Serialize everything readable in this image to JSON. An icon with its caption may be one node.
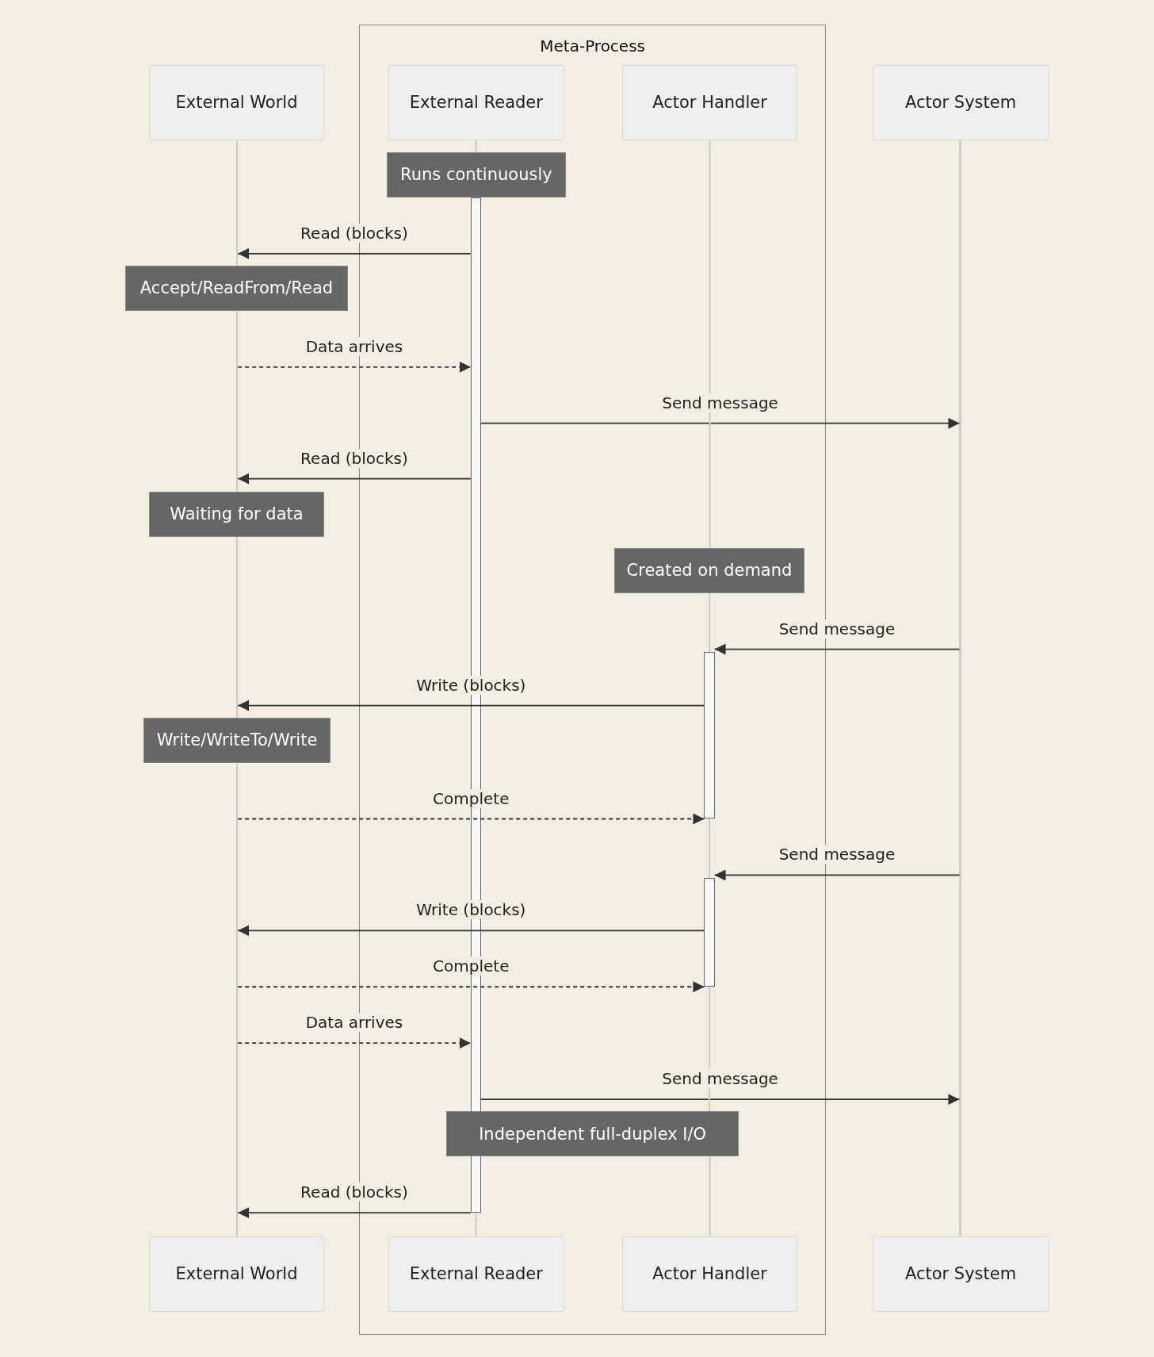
{
  "diagram": {
    "nodes": [
      {
        "text": [
          "Meta-Process"
        ]
      },
      {
        "text": [
          "External World"
        ]
      },
      {
        "text": [
          "External Reader"
        ],
        "in": 0
      },
      {
        "text": [
          "Actor Handler"
        ],
        "in": 0
      },
      {
        "text": [
          "Actor System"
        ]
      },
      {
        "text": [
          "External World"
        ]
      },
      {
        "text": [
          "External Reader"
        ],
        "in": 0
      },
      {
        "text": [
          "Actor Handler"
        ],
        "in": 0
      },
      {
        "text": [
          "Actor System"
        ]
      },
      {
        "text": [
          "Runs continuously"
        ],
        "in": 0
      },
      {
        "text": [
          "Accept/ReadFrom/Read"
        ]
      },
      {
        "text": [
          "Waiting for data"
        ]
      },
      {
        "text": [
          "Created on demand"
        ],
        "in": 0
      },
      {
        "text": [
          "Write/WriteTo/Write"
        ]
      },
      {
        "text": [
          "Independent full-duplex I/O"
        ],
        "in": 0
      },
      {
        "text": [],
        "shape": "line"
      },
      {
        "text": [],
        "shape": "line"
      },
      {
        "text": [],
        "shape": "line"
      },
      {
        "text": [],
        "shape": "line"
      },
      {
        "text": [],
        "shape": "line"
      },
      {
        "text": [],
        "shape": "bar",
        "in": 0
      },
      {
        "text": [],
        "shape": "bar",
        "in": 0
      },
      {
        "text": [],
        "shape": "bar",
        "in": 0
      }
    ],
    "edges": [
      {
        "from": 20,
        "to": 15,
        "arrow": "to",
        "label": "Read (blocks)"
      },
      {
        "from": 16,
        "to": 20,
        "arrow": "to",
        "label": "Data arrives",
        "style": "dashed"
      },
      {
        "from": 20,
        "to": 19,
        "arrow": "to",
        "label": "Send message"
      },
      {
        "from": 20,
        "to": 16,
        "arrow": "to",
        "label": "Read (blocks)"
      },
      {
        "from": 19,
        "to": 21,
        "arrow": "to",
        "label": "Send message"
      },
      {
        "from": 21,
        "to": 17,
        "arrow": "to",
        "label": "Write (blocks)"
      },
      {
        "from": 18,
        "to": 21,
        "arrow": "to",
        "label": "Complete",
        "style": "dashed"
      },
      {
        "from": 19,
        "to": 22,
        "arrow": "to",
        "label": "Send message"
      },
      {
        "from": 22,
        "to": 18,
        "arrow": "to",
        "label": "Write (blocks)"
      },
      {
        "from": 18,
        "to": 22,
        "arrow": "to",
        "label": "Complete",
        "style": "dashed"
      },
      {
        "from": 18,
        "to": 20,
        "arrow": "to",
        "label": "Data arrives",
        "style": "dashed"
      },
      {
        "from": 20,
        "to": 19,
        "arrow": "to",
        "label": "Send message"
      },
      {
        "from": 20,
        "to": 18,
        "arrow": "to",
        "label": "Read (blocks)"
      },
      {
        "from": 2,
        "to": 9,
        "arrow": "none",
        "color": "#cccccc"
      },
      {
        "from": 20,
        "to": 6,
        "arrow": "none",
        "color": "#cccccc"
      },
      {
        "from": 3,
        "to": 12,
        "arrow": "none",
        "color": "#cccccc"
      },
      {
        "from": 12,
        "to": 21,
        "arrow": "none",
        "color": "#cccccc"
      },
      {
        "from": 21,
        "to": 22,
        "arrow": "none",
        "color": "#cccccc"
      },
      {
        "from": 22,
        "to": 14,
        "arrow": "none",
        "color": "#cccccc"
      },
      {
        "from": 14,
        "to": 7,
        "arrow": "none",
        "color": "#cccccc"
      }
    ]
  }
}
